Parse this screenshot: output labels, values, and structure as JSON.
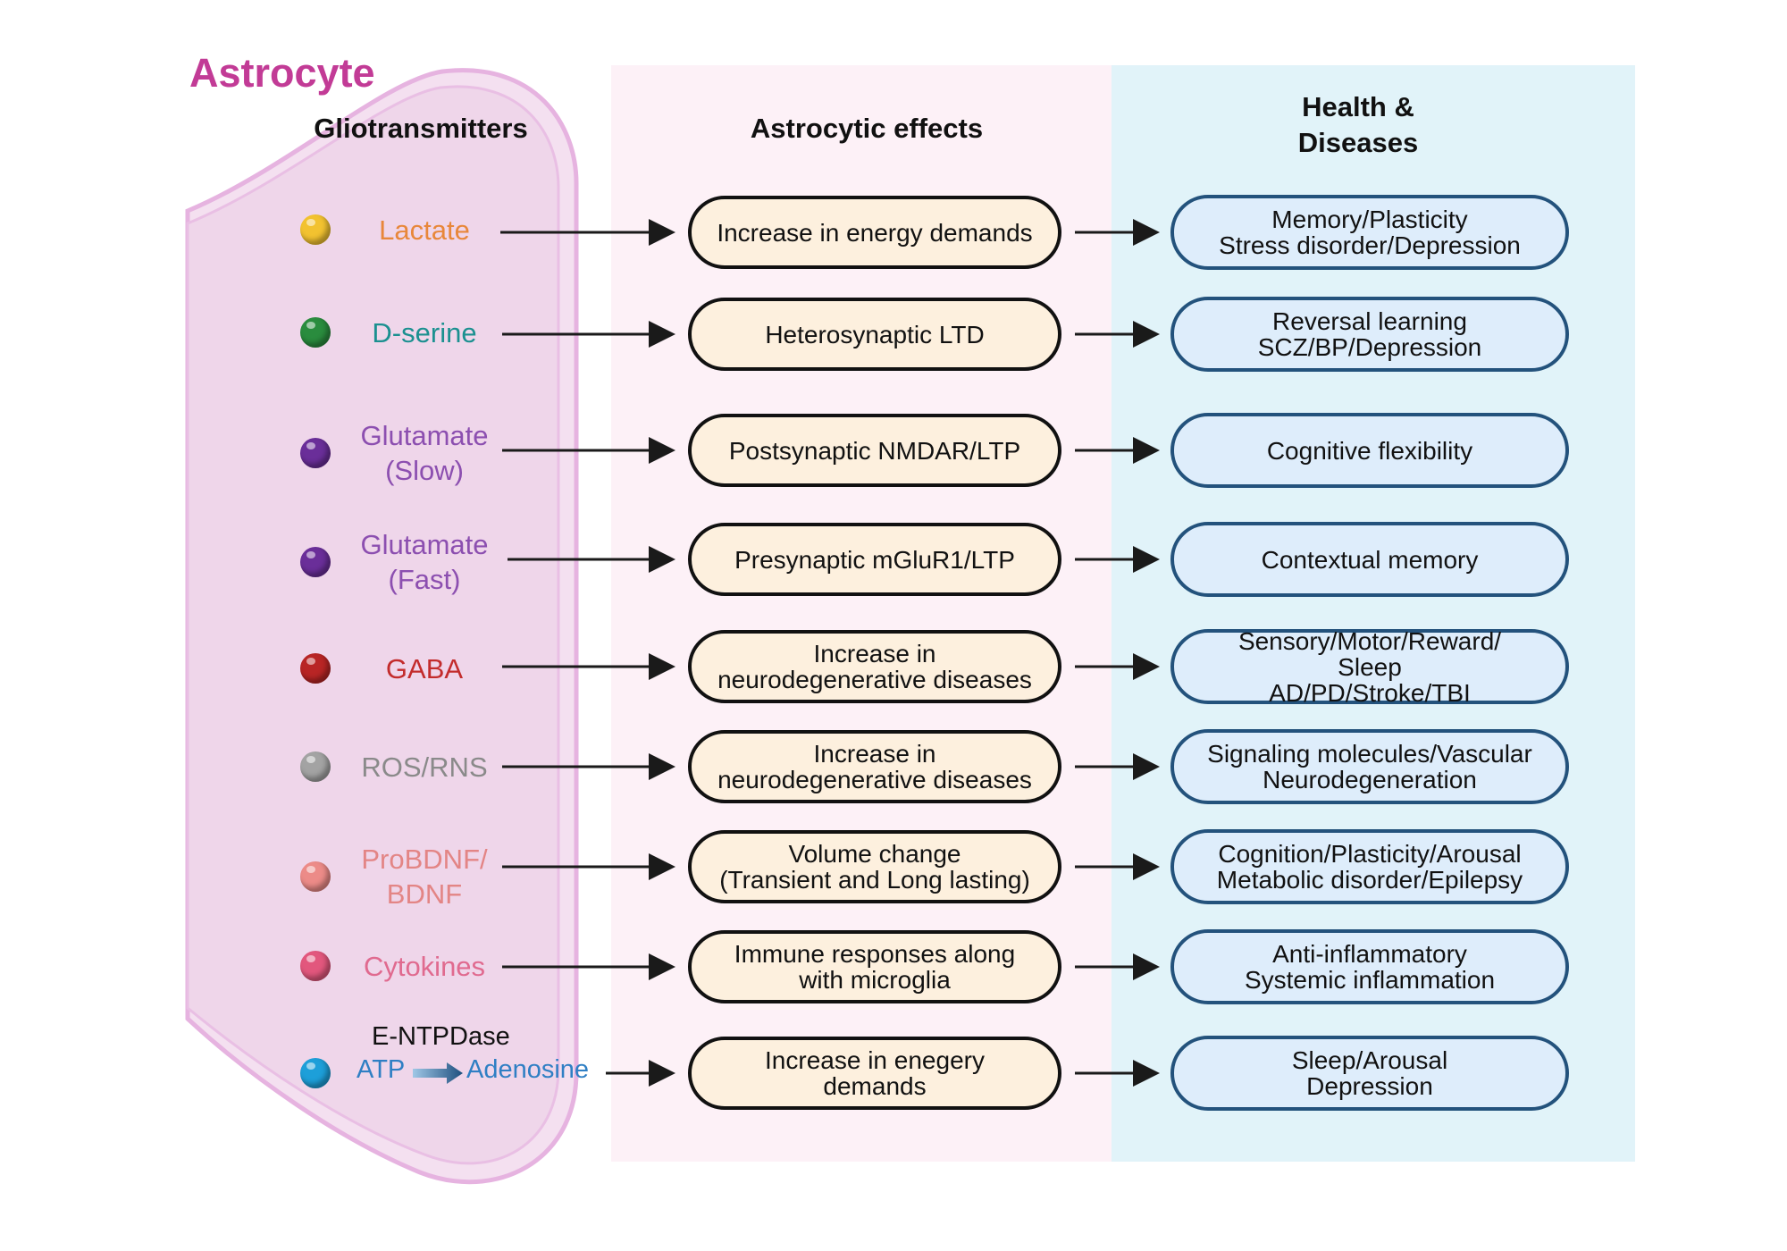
{
  "titles": {
    "astrocyte": "Astrocyte",
    "gliotransmitters": "Gliotransmitters",
    "effects": "Astrocytic effects",
    "health": "Health &\nDiseases"
  },
  "colors": {
    "astrocyte_fill": "#efd6ea",
    "astrocyte_border": "#e6b3e0",
    "effects_panel": "#fdf1f7",
    "health_panel": "#e1f3f9",
    "effect_pill_fill": "#fdf0de",
    "health_pill_fill": "#deedfb",
    "health_pill_border": "#23527c"
  },
  "rows": [
    {
      "transmitter": "Lactate",
      "text_color": "#e8873a",
      "dot_color": "#f2c230",
      "effect": "Increase in energy demands",
      "health": "Memory/Plasticity\nStress disorder/Depression"
    },
    {
      "transmitter": "D-serine",
      "text_color": "#1b9090",
      "dot_color": "#2a8c3e",
      "effect": "Heterosynaptic LTD",
      "health": "Reversal learning\nSCZ/BP/Depression"
    },
    {
      "transmitter": "Glutamate\n(Slow)",
      "text_color": "#8c4fb0",
      "dot_color": "#6a2e99",
      "effect": "Postsynaptic NMDAR/LTP",
      "health": "Cognitive flexibility"
    },
    {
      "transmitter": "Glutamate\n(Fast)",
      "text_color": "#8c4fb0",
      "dot_color": "#6a2e99",
      "effect": "Presynaptic mGluR1/LTP",
      "health": "Contextual memory"
    },
    {
      "transmitter": "GABA",
      "text_color": "#c32c2c",
      "dot_color": "#b82525",
      "effect": "Increase in\nneurodegenerative diseases",
      "health": "Sensory/Motor/Reward/\nSleep\nAD/PD/Stroke/TBI"
    },
    {
      "transmitter": "ROS/RNS",
      "text_color": "#8a8a8a",
      "dot_color": "#a3a3a3",
      "effect": "Increase in\nneurodegenerative diseases",
      "health": "Signaling molecules/Vascular\nNeurodegeneration"
    },
    {
      "transmitter": "ProBDNF/\nBDNF",
      "text_color": "#e38585",
      "dot_color": "#ec8b88",
      "effect": "Volume change\n(Transient and Long lasting)",
      "health": "Cognition/Plasticity/Arousal\nMetabolic disorder/Epilepsy"
    },
    {
      "transmitter": "Cytokines",
      "text_color": "#e06a8f",
      "dot_color": "#e2577d",
      "effect": "Immune responses along\nwith microglia",
      "health": "Anti-inflammatory\nSystemic inflammation"
    },
    {
      "transmitter": "",
      "text_color": "#2f7fc4",
      "dot_color": "#1d9fd9",
      "effect": "Increase in enegery\ndemands",
      "health": "Sleep/Arousal\nDepression"
    }
  ],
  "adenosine": {
    "enzyme": "E-NTPDase",
    "from": "ATP",
    "to": "Adenosine"
  }
}
